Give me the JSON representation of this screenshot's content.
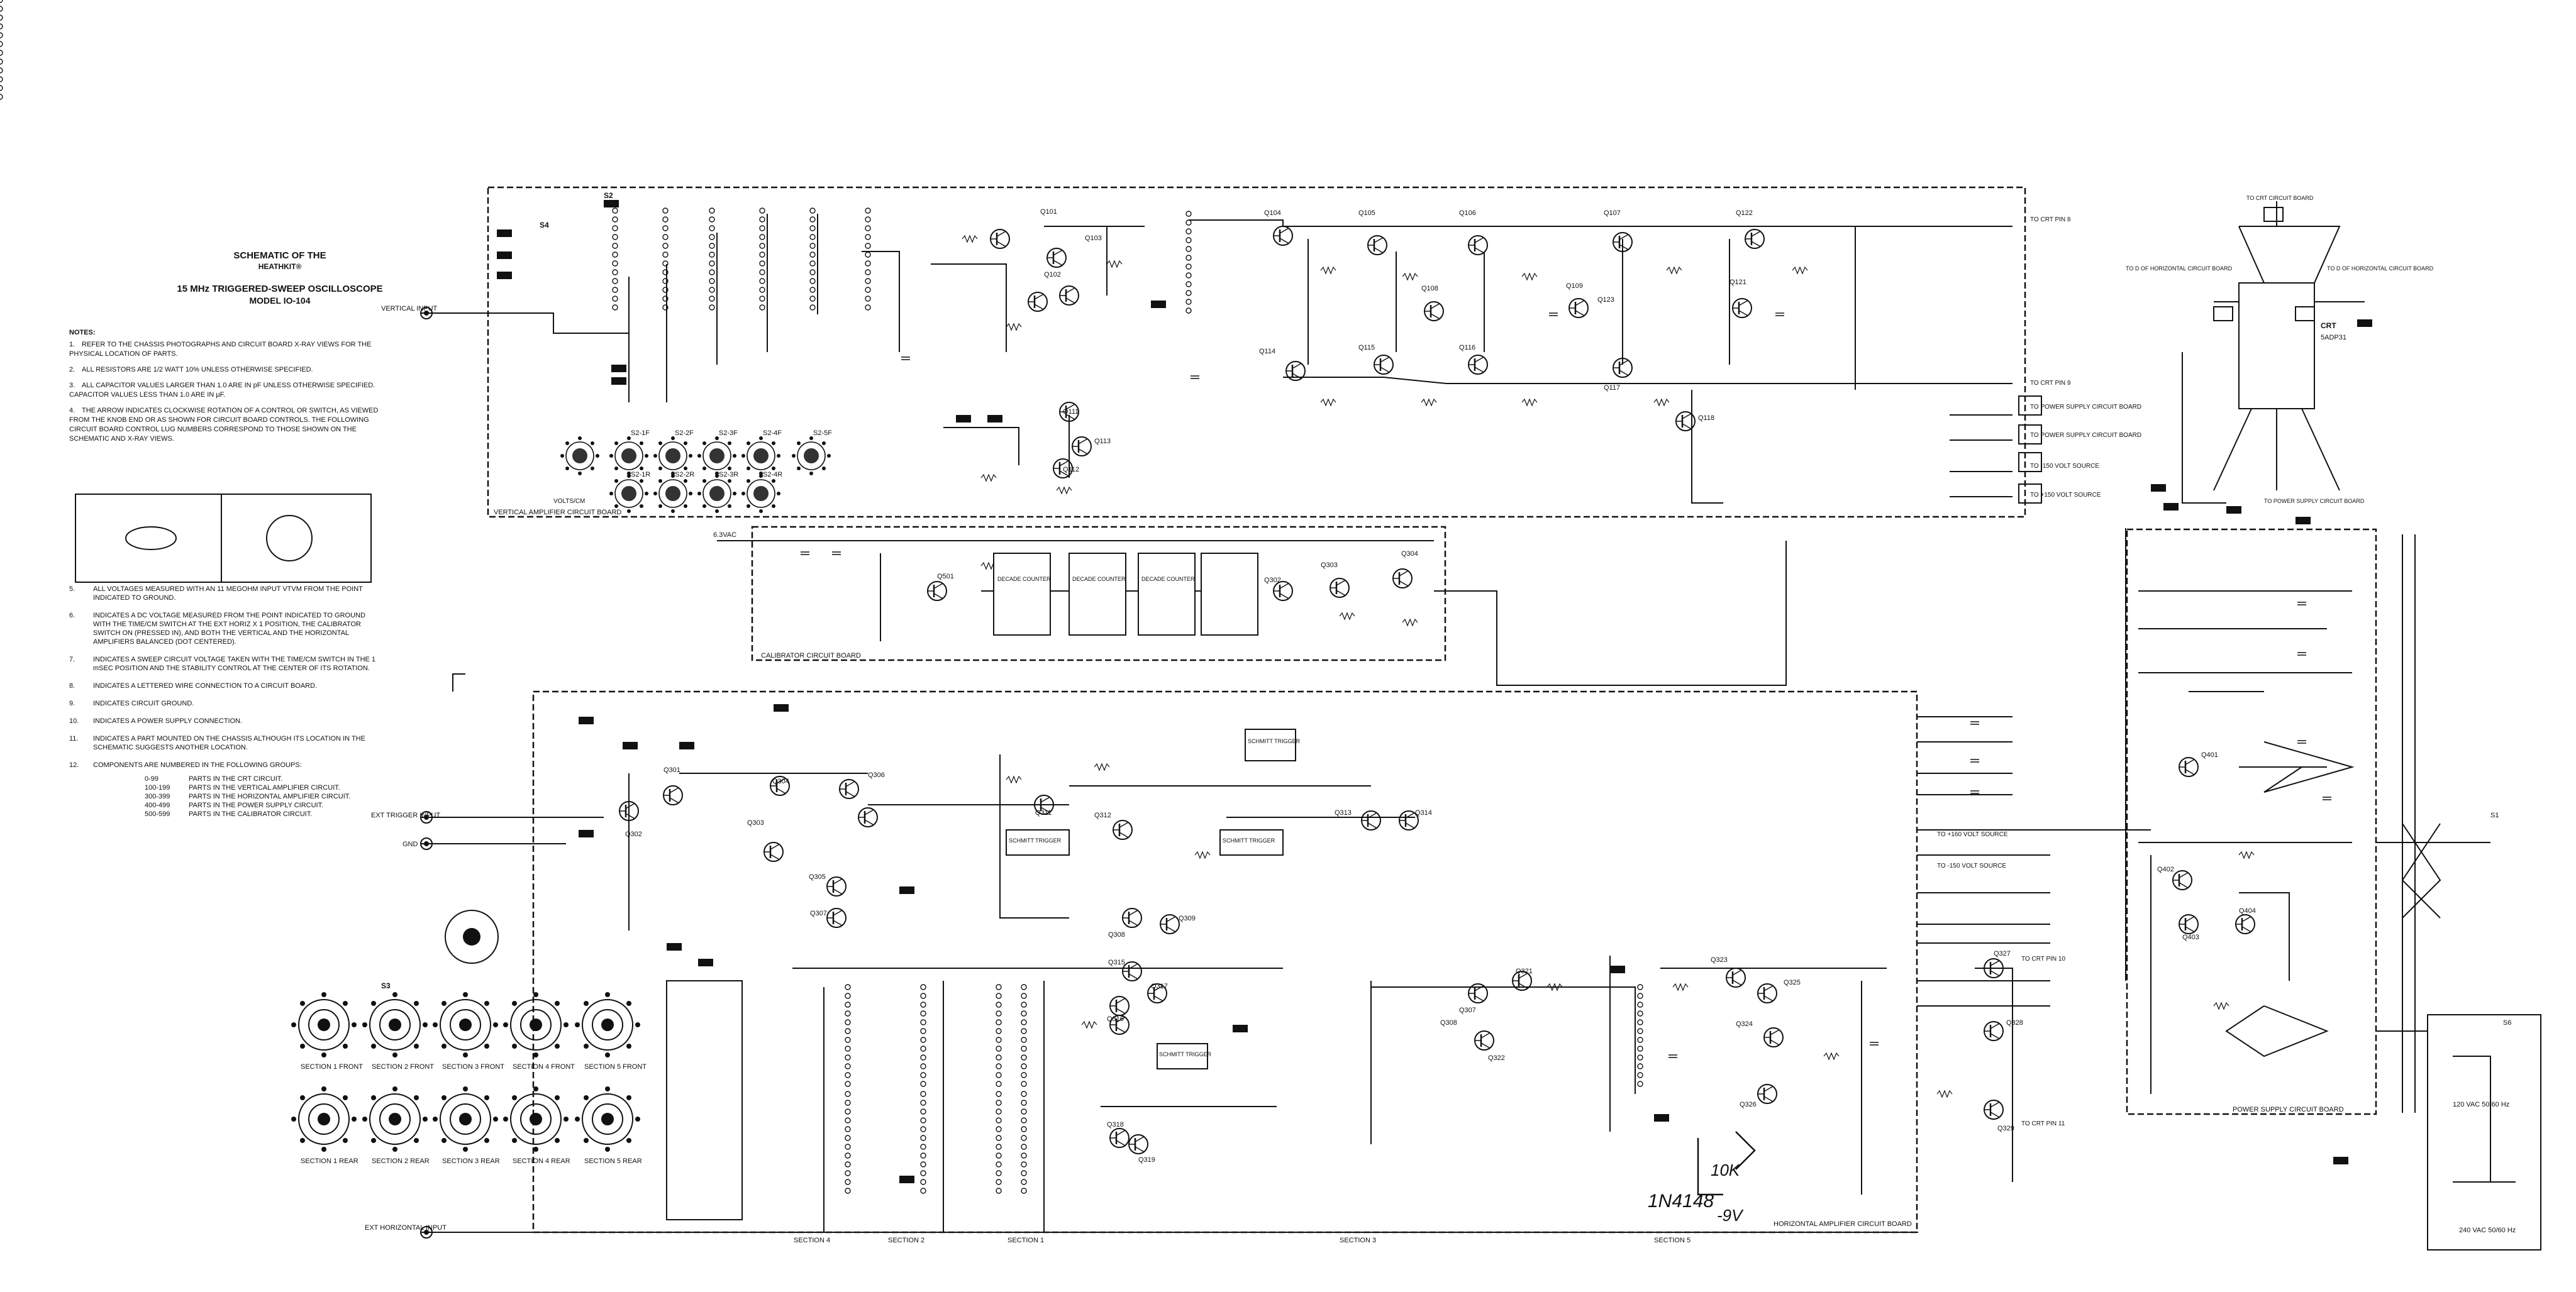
{
  "title": {
    "line1": "SCHEMATIC OF THE",
    "line2": "HEATHKIT®",
    "line3": "15 MHz TRIGGERED-SWEEP OSCILLOSCOPE",
    "line4": "MODEL IO-104"
  },
  "notes_heading": "NOTES:",
  "notes": [
    {
      "n": "1.",
      "text": "REFER TO THE CHASSIS PHOTOGRAPHS AND CIRCUIT BOARD X-RAY VIEWS FOR THE PHYSICAL LOCATION OF PARTS."
    },
    {
      "n": "2.",
      "text": "ALL RESISTORS ARE 1/2 WATT 10% UNLESS OTHERWISE SPECIFIED."
    },
    {
      "n": "3.",
      "text": "ALL CAPACITOR VALUES LARGER THAN 1.0 ARE IN pF UNLESS OTHERWISE SPECIFIED. CAPACITOR VALUES LESS THAN 1.0 ARE IN µF."
    },
    {
      "n": "4.",
      "text": "THE ARROW INDICATES CLOCKWISE ROTATION OF A CONTROL OR SWITCH, AS VIEWED FROM THE KNOB END OR AS SHOWN FOR CIRCUIT BOARD CONTROLS. THE FOLLOWING CIRCUIT BOARD CONTROL LUG NUMBERS CORRESPOND TO THOSE SHOWN ON THE SCHEMATIC AND X-RAY VIEWS."
    }
  ],
  "legend": [
    {
      "n": "5.",
      "text": "ALL VOLTAGES MEASURED WITH AN 11 MEGOHM INPUT VTVM FROM THE POINT INDICATED TO GROUND."
    },
    {
      "n": "6.",
      "text": "INDICATES A DC VOLTAGE MEASURED FROM THE POINT INDICATED TO GROUND WITH THE TIME/CM SWITCH AT THE EXT HORIZ X 1 POSITION, THE CALIBRATOR SWITCH ON (PRESSED IN), AND BOTH THE VERTICAL AND THE HORIZONTAL AMPLIFIERS BALANCED (DOT CENTERED)."
    },
    {
      "n": "7.",
      "text": "INDICATES A SWEEP CIRCUIT VOLTAGE TAKEN WITH THE TIME/CM SWITCH IN THE 1 mSEC POSITION AND THE STABILITY CONTROL AT THE CENTER OF ITS ROTATION."
    },
    {
      "n": "8.",
      "text": "INDICATES A LETTERED WIRE CONNECTION TO A CIRCUIT BOARD."
    },
    {
      "n": "9.",
      "text": "INDICATES CIRCUIT GROUND."
    },
    {
      "n": "10.",
      "text": "INDICATES A POWER SUPPLY CONNECTION."
    },
    {
      "n": "11.",
      "text": "INDICATES A PART MOUNTED ON THE CHASSIS ALTHOUGH ITS LOCATION IN THE SCHEMATIC SUGGESTS ANOTHER LOCATION."
    },
    {
      "n": "12.",
      "text": "COMPONENTS ARE NUMBERED IN THE FOLLOWING GROUPS:"
    }
  ],
  "groups": [
    {
      "range": "0-99",
      "text": "PARTS IN THE CRT CIRCUIT."
    },
    {
      "range": "100-199",
      "text": "PARTS IN THE VERTICAL AMPLIFIER CIRCUIT."
    },
    {
      "range": "300-399",
      "text": "PARTS IN THE HORIZONTAL AMPLIFIER CIRCUIT."
    },
    {
      "range": "400-499",
      "text": "PARTS IN THE POWER SUPPLY CIRCUIT."
    },
    {
      "range": "500-599",
      "text": "PARTS IN THE CALIBRATOR CIRCUIT."
    }
  ],
  "boards": {
    "vertical": "VERTICAL AMPLIFIER CIRCUIT BOARD",
    "calibrator": "CALIBRATOR CIRCUIT BOARD",
    "horizontal": "HORIZONTAL AMPLIFIER CIRCUIT BOARD",
    "power": "POWER SUPPLY CIRCUIT BOARD"
  },
  "inputs": {
    "vertical": "VERTICAL INPUT",
    "ext_trigger": "EXT TRIGGER INPUT",
    "gnd": "GND",
    "ext_horizontal": "EXT HORIZONTAL INPUT"
  },
  "switches": {
    "s2_front": [
      "S2-1F",
      "S2-2F",
      "S2-3F",
      "S2-4F",
      "S2-5F"
    ],
    "s2_rear": [
      "S2-1R",
      "S2-2R",
      "S2-3R",
      "S2-4R"
    ],
    "s2": "S2",
    "s4": "S4",
    "volts_cm": "VOLTS/CM",
    "s3": "S3",
    "s3_front": [
      "SECTION 1 FRONT",
      "SECTION 2 FRONT",
      "SECTION 3 FRONT",
      "SECTION 4 FRONT",
      "SECTION 5 FRONT"
    ],
    "s3_rear": [
      "SECTION 1 REAR",
      "SECTION 2 REAR",
      "SECTION 3 REAR",
      "SECTION 4 REAR",
      "SECTION 5 REAR"
    ]
  },
  "sections": [
    "SECTION 4",
    "SECTION 2",
    "SECTION 1",
    "SECTION 3",
    "SECTION 5"
  ],
  "transistors": {
    "vertical": [
      "Q101",
      "Q102",
      "Q103",
      "Q104",
      "Q105",
      "Q106",
      "Q107",
      "Q108",
      "Q109",
      "Q111",
      "Q112",
      "Q113",
      "Q114",
      "Q115",
      "Q116",
      "Q117",
      "Q118",
      "Q121",
      "Q122",
      "Q123"
    ],
    "calibrator": [
      "Q501",
      "Q302",
      "Q303",
      "Q304"
    ],
    "horizontal": [
      "Q301",
      "Q302",
      "Q303",
      "Q304",
      "Q305",
      "Q306",
      "Q307",
      "Q308",
      "Q309",
      "Q311",
      "Q312",
      "Q313",
      "Q314",
      "Q315",
      "Q316",
      "Q317",
      "Q318",
      "Q319",
      "Q321",
      "Q322",
      "Q323",
      "Q324",
      "Q325",
      "Q326",
      "Q327",
      "Q328",
      "Q329",
      "Q307",
      "Q308"
    ],
    "power": [
      "Q401",
      "Q402",
      "Q403",
      "Q404"
    ]
  },
  "ic_labels": [
    "DECADE COUNTER",
    "DECADE COUNTER",
    "DECADE COUNTER",
    "SCHMITT TRIGGER",
    "SCHMITT TRIGGER",
    "SCHMITT TRIGGER",
    "SCHMITT TRIGGER"
  ],
  "right_labels": [
    "TO CRT PIN 8",
    "TO CRT PIN 9",
    "TO POWER SUPPLY CIRCUIT BOARD",
    "TO POWER SUPPLY CIRCUIT BOARD",
    "TO -150 VOLT SOURCE",
    "TO +150 VOLT SOURCE",
    "TO CRT PIN 10",
    "TO CRT PIN 11",
    "TO +160 VOLT SOURCE",
    "TO -150 VOLT SOURCE"
  ],
  "crt": {
    "label": "CRT",
    "tube": "5ADP31",
    "top": "TO CRT CIRCUIT BOARD",
    "left": "TO D OF HORIZONTAL CIRCUIT BOARD",
    "right": "TO D OF HORIZONTAL CIRCUIT BOARD",
    "bottom": "TO POWER SUPPLY CIRCUIT BOARD"
  },
  "power_labels": {
    "ac1": "6.3VAC",
    "ac2": "120 VAC 50/60 Hz",
    "ac3": "240 VAC 50/60 Hz",
    "s1": "S1",
    "s6": "S6"
  },
  "handwritten": {
    "diode": "1N4148",
    "resistor": "10K",
    "voltage": "-9V"
  }
}
